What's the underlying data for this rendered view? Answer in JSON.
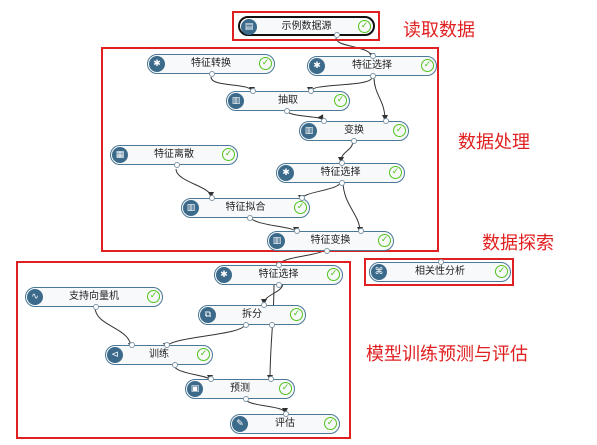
{
  "nodes": {
    "source": {
      "label": "示例数据源",
      "icon": "database-icon"
    },
    "feature_transform": {
      "label": "特征转换",
      "icon": "gear-icon"
    },
    "feature_select_1": {
      "label": "特征选择",
      "icon": "gear-icon"
    },
    "extract": {
      "label": "抽取",
      "icon": "table-icon"
    },
    "transform": {
      "label": "变换",
      "icon": "table-icon"
    },
    "feature_discretize": {
      "label": "特征离散",
      "icon": "grid-icon"
    },
    "feature_select_2": {
      "label": "特征选择",
      "icon": "gear-icon"
    },
    "feature_fit": {
      "label": "特征拟合",
      "icon": "table-icon"
    },
    "feature_transform_2": {
      "label": "特征变换",
      "icon": "table-icon"
    },
    "correlation": {
      "label": "相关性分析",
      "icon": "cluster-icon"
    },
    "feature_select_3": {
      "label": "特征选择",
      "icon": "gear-icon"
    },
    "svm": {
      "label": "支持向量机",
      "icon": "wave-icon"
    },
    "split": {
      "label": "拆分",
      "icon": "split-icon"
    },
    "train": {
      "label": "训练",
      "icon": "train-icon"
    },
    "predict": {
      "label": "预测",
      "icon": "image-icon"
    },
    "evaluate": {
      "label": "评估",
      "icon": "edit-icon"
    }
  },
  "sections": {
    "read": "读取数据",
    "process": "数据处理",
    "explore": "数据探索",
    "model": "模型训练预测与评估"
  },
  "colors": {
    "annotation": "#e02020",
    "node_border": "#4a7896",
    "success": "#52c41a",
    "icon_bg": "#3c6a8a"
  }
}
